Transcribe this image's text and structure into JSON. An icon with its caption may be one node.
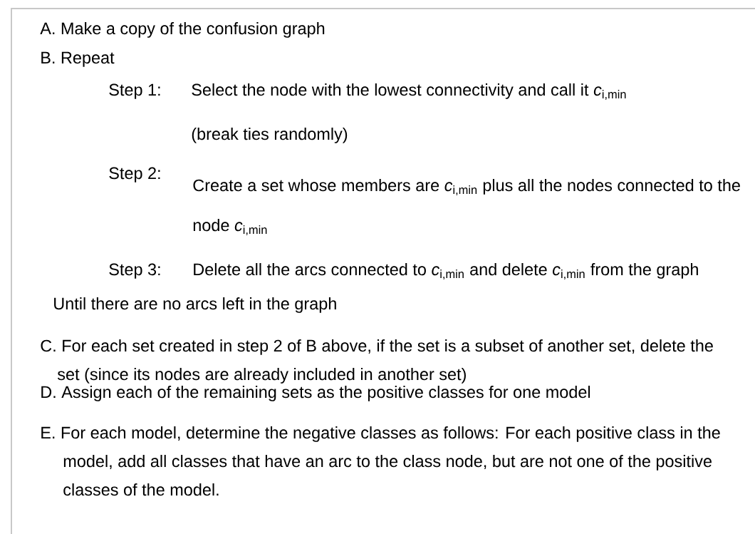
{
  "diagram": {
    "labels": [
      "A. Make a copy of the confusion graph",
      "B. Repeat",
      "Step 1:",
      "Select the node with the lowest connectivity and call it *c*$_{i,min}$",
      "(break ties randomly)",
      "Step 2:",
      "Create a set whose members are *c*$_{i,min}$ plus all the nodes connected to the node *c*$_{i,min}$",
      "Step 3:",
      "Delete all the arcs connected to *c*$_{i,min}$ and delete *c*$_{i,min}$ from the graph",
      "Until there are no arcs left in the graph",
      "C. For each set created in step 2 of B above, if the set is a subset of another set, delete the set (since its nodes are already included in another set)",
      "D. Assign each of the remaining sets as the positive classes for one model",
      "E.  For each model, determine the negative classes as follows: For each positive class in the model, add all classes that have an arc to the class node, but are not one of the positive classes of the model."
    ]
  }
}
